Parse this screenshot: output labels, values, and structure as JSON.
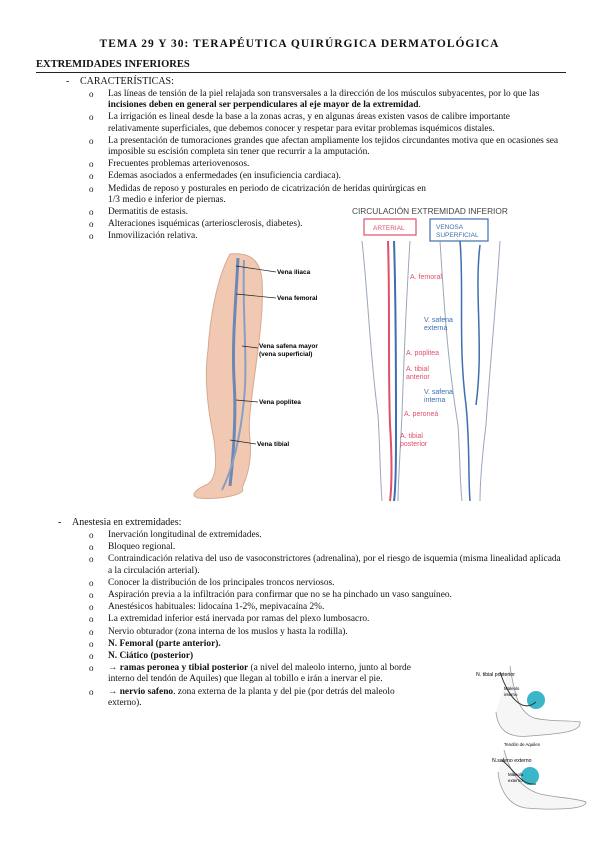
{
  "title": "TEMA 29 Y 30: TERAPÉUTICA QUIRÚRGICA DERMATOLÓGICA",
  "section": "EXTREMIDADES INFERIORES",
  "caracteristicas": {
    "heading": "CARACTERÍSTICAS:",
    "items": [
      {
        "t1": "Las líneas de tensión de la piel relajada son transversales a la dirección de los músculos subyacentes, por lo que las ",
        "b": "incisiones deben en general ser perpendiculares al eje mayor de la extremidad",
        "t2": "."
      },
      {
        "t1": "La irrigación es lineal desde la base a la zonas acras, y en algunas áreas existen vasos de calibre importante relativamente superficiales, que debemos conocer y respetar para evitar problemas isquémicos distales."
      },
      {
        "t1": "La presentación de tumoraciones grandes que afectan ampliamente los tejidos circundantes motiva que en ocasiones sea imposible su escisión completa sin tener que recurrir a la amputación."
      },
      {
        "t1": "Frecuentes problemas arteriovenosos."
      },
      {
        "t1": "Edemas asociados a enfermedades (en insuficiencia cardiaca)."
      },
      {
        "t1": "Medidas de reposo y posturales en periodo de cicatrización de heridas quirúrgicas en 1/3 medio e inferior de piernas."
      },
      {
        "t1": "Dermatitis de estasis."
      },
      {
        "t1": "Alteraciones isquémicas (arteriosclerosis, diabetes)."
      },
      {
        "t1": "Inmovilización relativa."
      }
    ]
  },
  "leg_figure": {
    "labels": [
      "Vena iliaca",
      "Vena femoral",
      "Vena safena mayor",
      "(vena superficial)",
      "Vena poplitea",
      "Vena tibial"
    ]
  },
  "circ_figure": {
    "title": "CIRCULACIÓN  EXTREMIDAD  INFERIOR",
    "arterial": "ARTERIAL",
    "venosa": [
      "VENOSA",
      "SUPERFICIAL"
    ],
    "labels": [
      "A. femoral",
      "V. safena",
      "externa",
      "A. poplitea",
      "A. tibial",
      "anterior",
      "V. safena",
      "interna",
      "A. peroneá",
      "A. tibial",
      "posterior"
    ],
    "colors": {
      "artery": "#e0506a",
      "vein": "#3d6fb0"
    }
  },
  "anestesia": {
    "heading": "Anestesia en extremidades:",
    "items": [
      {
        "t1": "Inervación longitudinal de extremidades."
      },
      {
        "t1": "Bloqueo regional."
      },
      {
        "t1": "Contraindicación relativa del uso de vasoconstrictores (adrenalina), por el riesgo de isquemia (misma linealidad aplicada a la circulación arterial)."
      },
      {
        "t1": "Conocer la distribución de los principales troncos nerviosos."
      },
      {
        "t1": "Aspiración previa a la infiltración para confirmar que no se ha pinchado un vaso sanguíneo."
      },
      {
        "t1": "Anestésicos habituales: lidocaína 1-2%, mepivacaína 2%."
      },
      {
        "t1": "La extremidad inferior está inervada por ramas del plexo lumbosacro."
      },
      {
        "t1": "Nervio obturador (zona interna de los muslos y hasta la rodilla)."
      },
      {
        "t1": "",
        "b": "N. Femoral (parte anterior)."
      },
      {
        "t1": "",
        "b": "N. Ciático (posterior)"
      },
      {
        "t1": "→ ",
        "b": "ramas peronea y tibial posterior",
        "t2": " (a nivel del maleolo interno, junto al borde interno del tendón de Aquiles) que llegan al tobillo e irán a inervar el pie."
      },
      {
        "t1": "→ ",
        "b": "nervio safeno",
        "t2": ". zona externa de la planta y del pie (por detrás del maleolo externo)."
      }
    ]
  },
  "ankle_figure": {
    "labels": [
      "N. tibial posterior",
      "Maleolo",
      "interno",
      "Tendón de Aquiles",
      "N.safeno externo",
      "Maleolo",
      "externo"
    ]
  }
}
